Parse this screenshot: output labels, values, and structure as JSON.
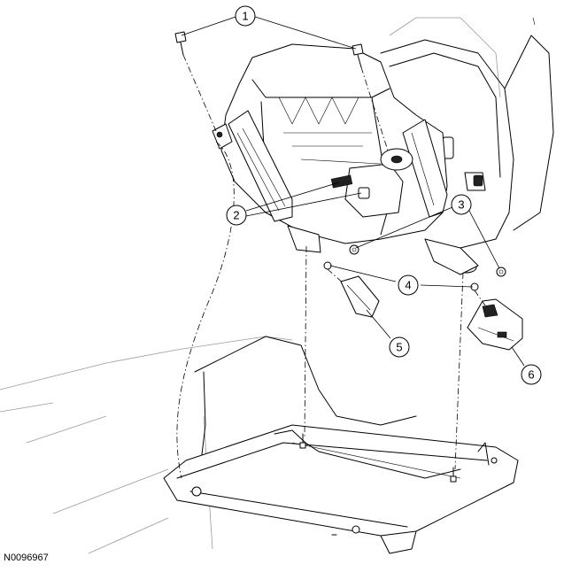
{
  "callouts": [
    {
      "label": "1"
    },
    {
      "label": "2"
    },
    {
      "label": "3"
    },
    {
      "label": "4"
    },
    {
      "label": "5"
    },
    {
      "label": "6"
    }
  ],
  "reference_number": "N0096967"
}
